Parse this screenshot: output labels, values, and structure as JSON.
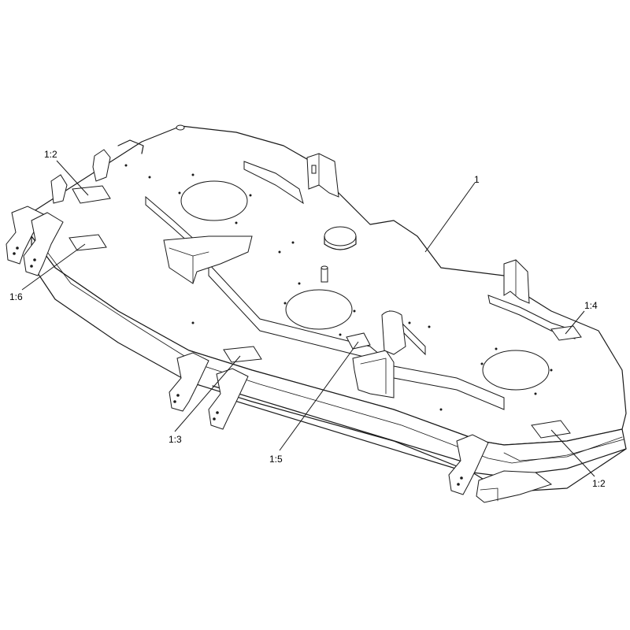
{
  "callouts": [
    {
      "id": "main",
      "label": "1"
    },
    {
      "id": "tl",
      "label": "1:2"
    },
    {
      "id": "br",
      "label": "1:2"
    },
    {
      "id": "c3",
      "label": "1:3"
    },
    {
      "id": "c4",
      "label": "1:4"
    },
    {
      "id": "c5",
      "label": "1:5"
    },
    {
      "id": "c6",
      "label": "1:6"
    }
  ]
}
